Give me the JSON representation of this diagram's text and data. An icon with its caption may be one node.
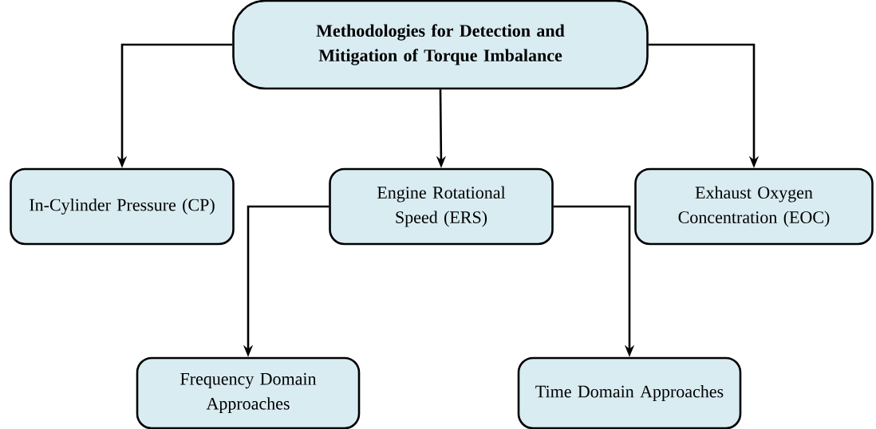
{
  "diagram": {
    "nodes": [
      {
        "text": [
          "Methodologies for Detection and Mitigation of Torque Imbalance"
        ]
      },
      {
        "text": [
          "In-Cylinder Pressure (CP)"
        ]
      },
      {
        "text": [
          "Engine Rotational Speed (ERS)"
        ]
      },
      {
        "text": [
          "Exhaust Oxygen Concentration (EOC)"
        ]
      },
      {
        "text": [
          "Frequency Domain Approaches"
        ]
      },
      {
        "text": [
          "Time Domain Approaches"
        ]
      }
    ],
    "edges": [
      {
        "from": 0,
        "to": 1,
        "arrow": "to"
      },
      {
        "from": 0,
        "to": 2,
        "arrow": "to"
      },
      {
        "from": 0,
        "to": 3,
        "arrow": "to"
      },
      {
        "from": 2,
        "to": 4,
        "arrow": "to"
      },
      {
        "from": 2,
        "to": 5,
        "arrow": "to"
      }
    ]
  }
}
